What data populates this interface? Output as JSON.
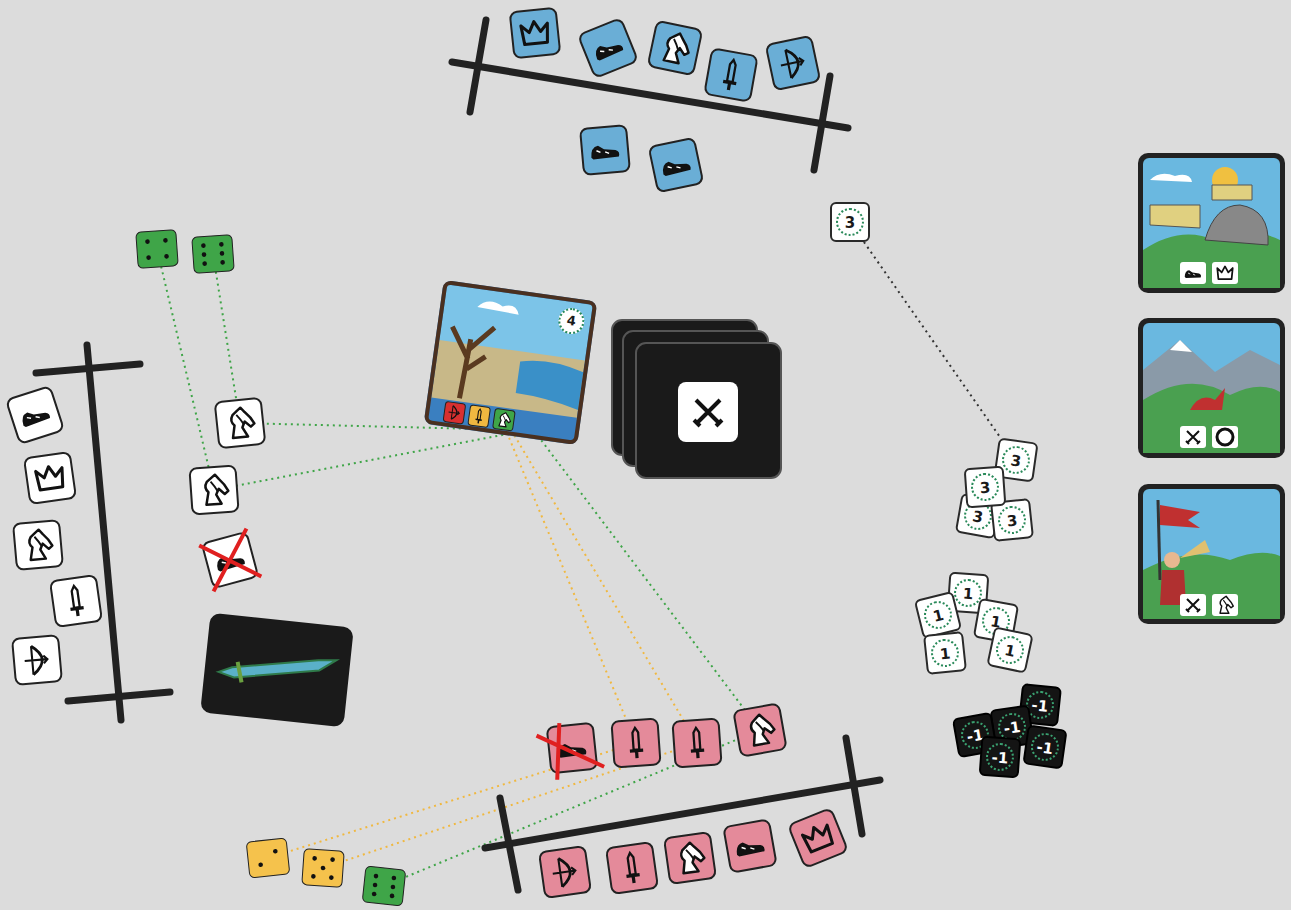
{
  "diagram": {
    "nodes": [
      {
        "text": [
          "3"
        ]
      },
      {
        "text": [
          "4"
        ]
      },
      {
        "text": [
          "3"
        ]
      },
      {
        "text": [
          "3"
        ]
      },
      {
        "text": [
          "3"
        ]
      },
      {
        "text": [
          "3"
        ]
      },
      {
        "text": [
          "1"
        ]
      },
      {
        "text": [
          "1"
        ]
      },
      {
        "text": [
          "1"
        ]
      },
      {
        "text": [
          "1"
        ]
      },
      {
        "text": [
          "1"
        ]
      },
      {
        "text": [
          "-1"
        ]
      },
      {
        "text": [
          "-1"
        ]
      },
      {
        "text": [
          "-1"
        ]
      },
      {
        "text": [
          "-1"
        ]
      },
      {
        "text": [
          "-1"
        ]
      }
    ],
    "edges": [
      {
        "from": 0,
        "to": 2,
        "arrow": "none"
      }
    ]
  }
}
